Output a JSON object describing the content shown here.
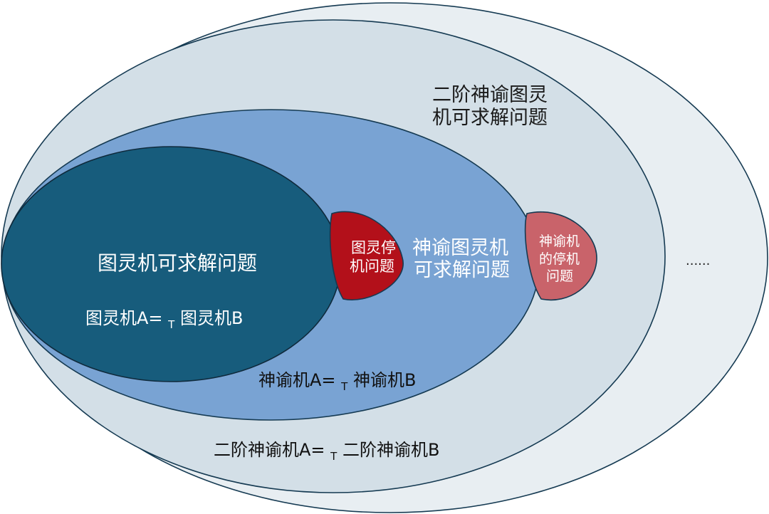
{
  "regions": {
    "outer": {
      "colors": {
        "fill": "#e8eef2",
        "stroke": "#153a52"
      },
      "ellipsis": "......"
    },
    "second_order": {
      "colors": {
        "fill": "#d3dfe7",
        "stroke": "#153a52"
      },
      "label_line1": "二阶神谕图灵",
      "label_line2": "机可求解问题",
      "equivalence": {
        "prefix": "二阶神谕机A=",
        "sub": "T",
        "suffix": "二阶神谕机B"
      }
    },
    "oracle": {
      "colors": {
        "fill": "#79a3d3",
        "stroke": "#153a52"
      },
      "label_line1": "神谕图灵机",
      "label_line2": "可求解问题",
      "equivalence": {
        "prefix": "神谕机A=",
        "sub": "T",
        "suffix": "神谕机B"
      }
    },
    "turing": {
      "colors": {
        "fill": "#175c7c",
        "stroke": "#0f2a3c"
      },
      "label": "图灵机可求解问题",
      "equivalence": {
        "prefix": "图灵机A=",
        "sub": "T",
        "suffix": "图灵机B"
      }
    },
    "turing_halting": {
      "colors": {
        "fill": "#b3101a",
        "stroke": "#153a52"
      },
      "label_line1": "图灵停",
      "label_line2": "机问题"
    },
    "oracle_halting": {
      "colors": {
        "fill": "#c9636a",
        "stroke": "#153a52"
      },
      "label_line1": "神谕机",
      "label_line2": "的停机",
      "label_line3": "问题"
    }
  }
}
